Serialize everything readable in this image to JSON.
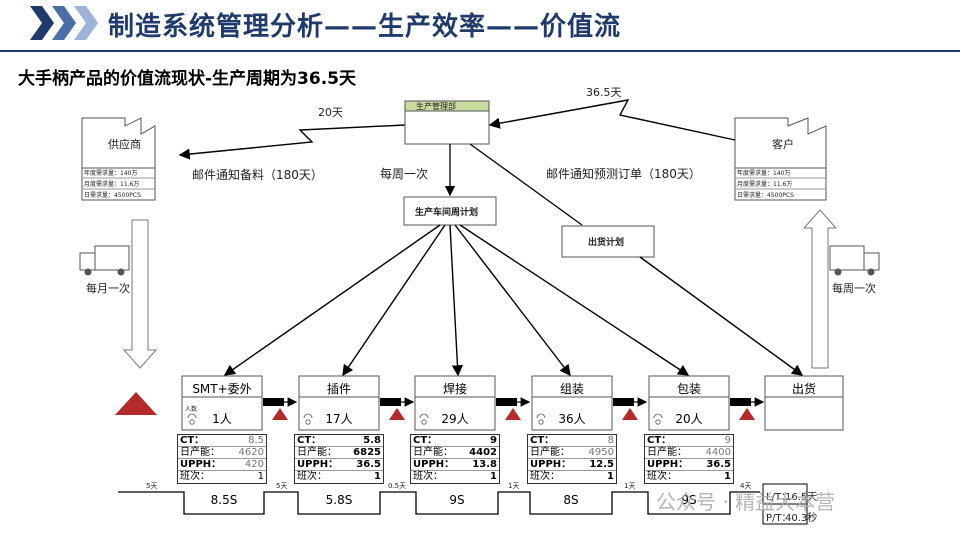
{
  "header": {
    "title": "制造系统管理分析——生产效率——价值流",
    "subtitle": "大手柄产品的价值流现状-生产周期为36.5天"
  },
  "control": {
    "production_control": "生产管理部",
    "weekly_schedule": "生产车间周计划",
    "shipping_schedule": "出货计划"
  },
  "supplier": {
    "name": "供应商",
    "rows": [
      "年度需求量：140万",
      "月度需求量：11.6万",
      "日需求量：4500PCS"
    ]
  },
  "customer": {
    "name": "客户",
    "rows": [
      "年度需求量：140万",
      "月度需求量：11.6万",
      "日需求量：4500PCS"
    ]
  },
  "info_flow": {
    "lead_supplier": "20天",
    "lead_customer": "36.5天",
    "supplier_email": "邮件通知备料（180天）",
    "customer_email": "邮件通知预测订单（180天）",
    "weekly": "每周一次"
  },
  "logistics": {
    "inbound": "每月一次",
    "outbound": "每周一次"
  },
  "processes": [
    {
      "name": "SMT+委外",
      "people_label": "人数",
      "people": "1人",
      "ct": "8.5",
      "daily": "4620",
      "upph": "420",
      "shift": "1",
      "bold": false
    },
    {
      "name": "插件",
      "people_label": "",
      "people": "17人",
      "ct": "5.8",
      "daily": "6825",
      "upph": "36.5",
      "shift": "1",
      "bold": true
    },
    {
      "name": "焊接",
      "people_label": "",
      "people": "29人",
      "ct": "9",
      "daily": "4402",
      "upph": "13.8",
      "shift": "1",
      "bold": true
    },
    {
      "name": "组装",
      "people_label": "",
      "people": "36人",
      "ct": "8",
      "daily": "4950",
      "upph": "12.5",
      "shift": "1",
      "bold": false
    },
    {
      "name": "包装",
      "people_label": "",
      "people": "20人",
      "ct": "9",
      "daily": "4400",
      "upph": "36.5",
      "shift": "1",
      "bold": false
    }
  ],
  "shipping": {
    "name": "出货"
  },
  "table_labels": {
    "ct": "CT：",
    "daily": "日产能：",
    "upph": "UPPH：",
    "shift": "班次："
  },
  "timeline": {
    "days": [
      "5天",
      "5天",
      "0.5天",
      "1天",
      "1天",
      "4天"
    ],
    "cycle": [
      "8.5S",
      "5.8S",
      "9S",
      "8S",
      "9S"
    ],
    "lt_label": "L/T：",
    "lt_value": "16.5天",
    "pt_label": "P/T：",
    "pt_value": "40.3秒"
  },
  "watermark": "公众号 · 精益大本营",
  "colors": {
    "title": "#1f3a6b",
    "inventory": "#b52a2a",
    "chevron": "#1f3a6b"
  }
}
